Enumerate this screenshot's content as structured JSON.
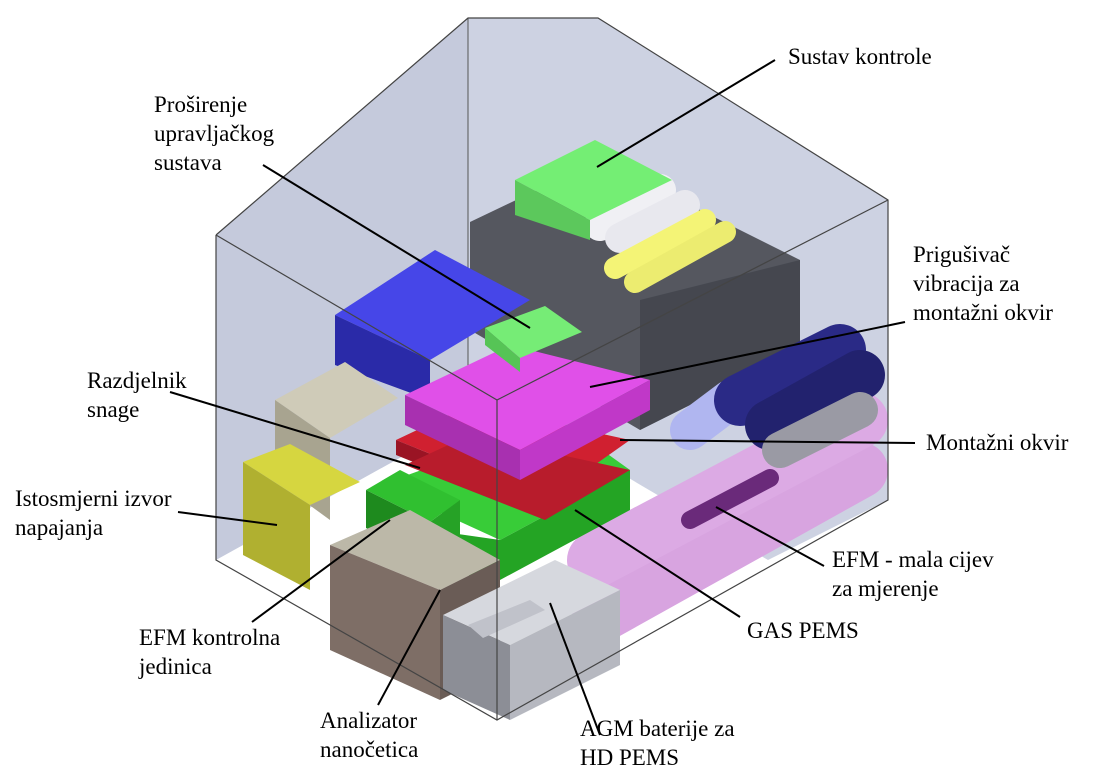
{
  "labels": {
    "sustav_kontrole": [
      "Sustav kontrole"
    ],
    "prosirenje": [
      "Proširenje",
      "upravljačkog",
      "sustava"
    ],
    "prigusivac": [
      "Prigušivač",
      "vibracija za",
      "montažni okvir"
    ],
    "razdjelnik": [
      "Razdjelnik",
      "snage"
    ],
    "montazni_okvir": [
      "Montažni okvir"
    ],
    "istosmjerni": [
      "Istosmjerni izvor",
      "napajanja"
    ],
    "efm_mala": [
      "EFM - mala cijev",
      "za mjerenje"
    ],
    "efm_kontrolna": [
      "EFM kontrolna",
      "jedinica"
    ],
    "gas_pems": [
      "GAS PEMS"
    ],
    "analizator": [
      "Analizator",
      "nanočetica"
    ],
    "agm": [
      "AGM baterije za",
      "HD PEMS"
    ]
  },
  "colors": {
    "enclosure": "#c9cfe0",
    "control_green": "#66e066",
    "gas_green": "#2ec42e",
    "blue_block": "#3a3ad8",
    "magenta": "#d040d8",
    "red": "#c81e30",
    "yellow": "#b8b830",
    "grey_block": "#c8c4b0",
    "analyzer": "#8a7a70",
    "cylinder_pink": "#d8a0e0",
    "cylinder_navy": "#26267a",
    "dark_frame": "#52545e"
  }
}
